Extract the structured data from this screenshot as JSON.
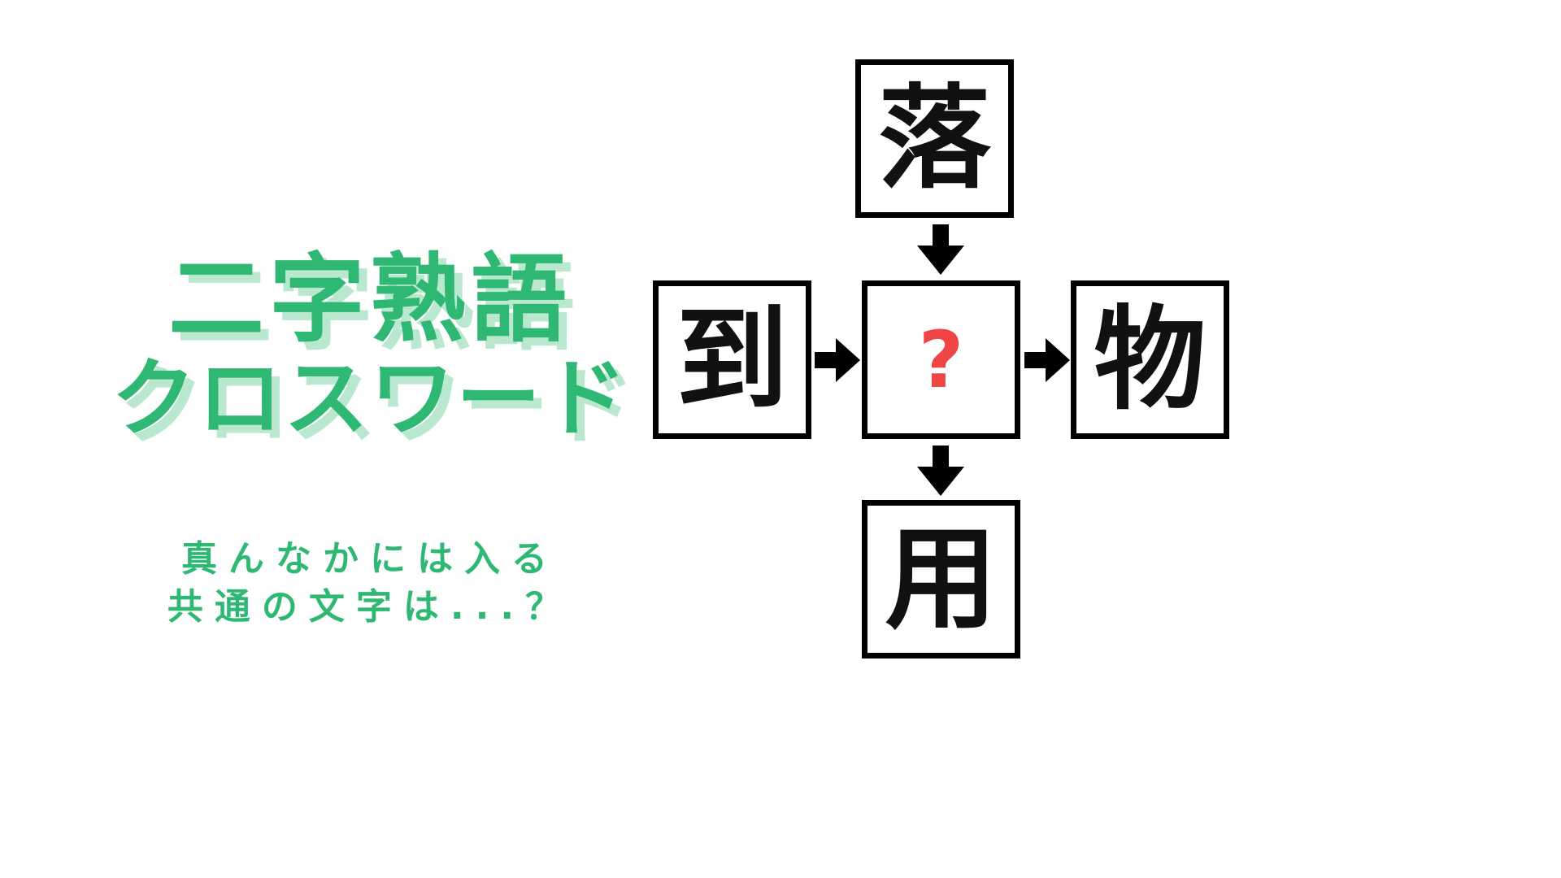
{
  "colors": {
    "title_green": "#2eb873",
    "title_shadow": "#b9e8cf",
    "subtitle_green": "#2eb873",
    "box_border": "#000000",
    "kanji_black": "#111111",
    "question_red": "#f04545",
    "bg": "#ffffff"
  },
  "left_panel": {
    "title_line1": "二字熟語",
    "title_line2": "クロスワード",
    "subtitle_line1": "真んなかには入る",
    "subtitle_line2": "共通の文字は...？"
  },
  "puzzle": {
    "top": "落",
    "left": "到",
    "center": "?",
    "right": "物",
    "bottom": "用"
  }
}
